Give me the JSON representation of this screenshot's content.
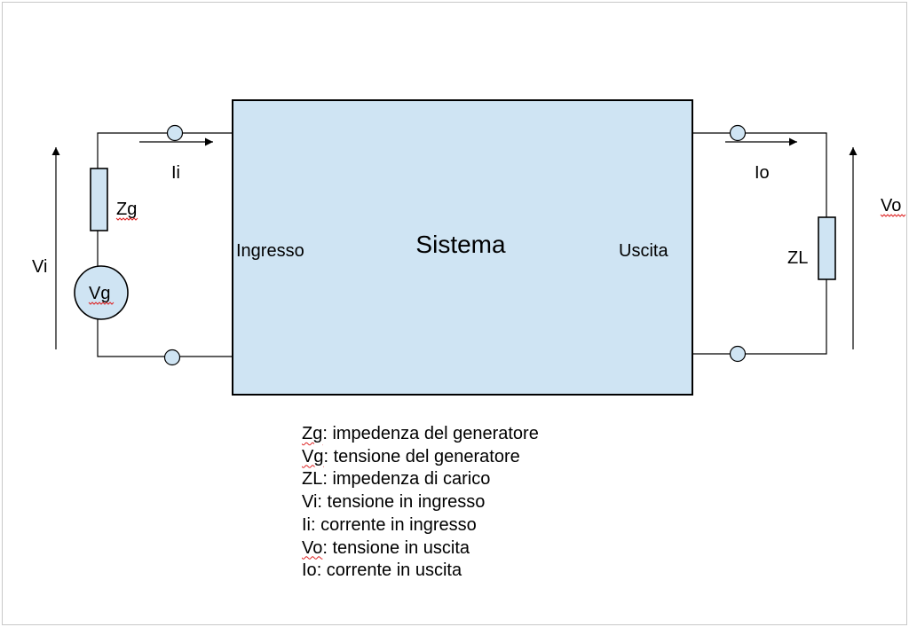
{
  "diagram": {
    "block_label": "Sistema",
    "input_label": "Ingresso",
    "output_label": "Uscita",
    "labels": {
      "Vi": "Vi",
      "Ii": "Ii",
      "Zg": "Zg",
      "Vg": "Vg",
      "Io": "Io",
      "Vo": "Vo",
      "ZL": "ZL"
    },
    "colors": {
      "block_fill": "#cfe4f3",
      "line": "#000000",
      "page_border": "#c8c8c8"
    }
  },
  "legend": [
    {
      "symbol": "Zg",
      "text": ": impedenza del generatore"
    },
    {
      "symbol": "Vg",
      "text": ": tensione del generatore"
    },
    {
      "symbol": "ZL",
      "text": ": impedenza di carico"
    },
    {
      "symbol": "Vi",
      "text": ": tensione in ingresso"
    },
    {
      "symbol": "Ii",
      "text": ": corrente in ingresso"
    },
    {
      "symbol": "Vo",
      "text": ": tensione in uscita"
    },
    {
      "symbol": "Io",
      "text": ": corrente in uscita"
    }
  ]
}
